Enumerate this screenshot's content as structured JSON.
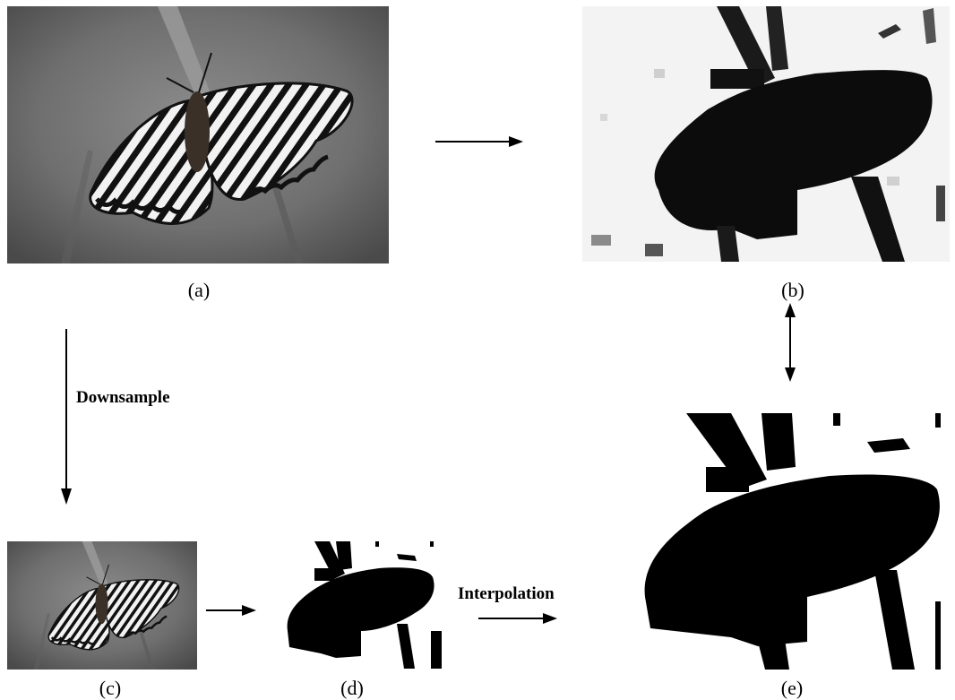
{
  "panels": [
    {
      "id": "a",
      "caption": "(a)",
      "content": "butterfly-photo"
    },
    {
      "id": "b",
      "caption": "(b)",
      "content": "soft-mask"
    },
    {
      "id": "c",
      "caption": "(c)",
      "content": "downsampled-photo"
    },
    {
      "id": "d",
      "caption": "(d)",
      "content": "small-binary-mask"
    },
    {
      "id": "e",
      "caption": "(e)",
      "content": "upsampled-binary-mask"
    }
  ],
  "labels": {
    "downsample": "Downsample",
    "interpolation": "Interpolation"
  },
  "colors": {
    "mask": "#000000",
    "soft_mask": "#0c0c0c",
    "background": "#ffffff",
    "photo_bg": "#7a7a7a"
  }
}
